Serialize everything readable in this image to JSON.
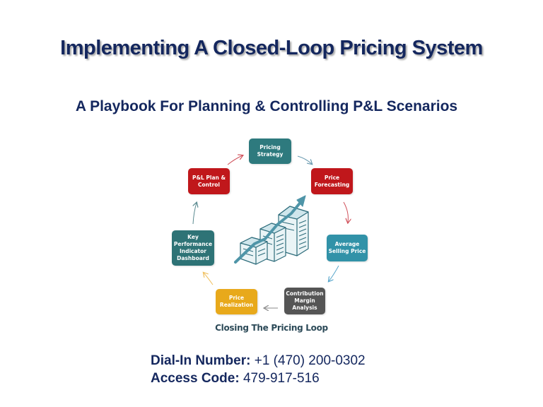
{
  "slide": {
    "title": "Implementing A Closed-Loop Pricing System",
    "subtitle": "A Playbook For Planning & Controlling P&L Scenarios"
  },
  "diagram": {
    "caption": "Closing The Pricing Loop",
    "center_icon": "buildings-growth-arrow-icon",
    "nodes": [
      {
        "id": "pricing-strategy",
        "label": "Pricing Strategy",
        "color": "#2e7a7e"
      },
      {
        "id": "price-forecasting",
        "label": "Price Forecasting",
        "color": "#c0171b"
      },
      {
        "id": "average-selling-price",
        "label": "Average Selling Price",
        "color": "#3192a8"
      },
      {
        "id": "contribution-margin-analysis",
        "label": "Contribution Margin Analysis",
        "color": "#555555"
      },
      {
        "id": "price-realization",
        "label": "Price Realization",
        "color": "#e8a91b"
      },
      {
        "id": "kpi-dashboard",
        "label": "Key Performance Indicator Dashboard",
        "color": "#2e7376"
      },
      {
        "id": "pl-plan-control",
        "label": "P&L Plan & Control",
        "color": "#c0171b"
      }
    ],
    "edges": [
      {
        "from": "pricing-strategy",
        "to": "price-forecasting",
        "color": "#6a9ab0"
      },
      {
        "from": "price-forecasting",
        "to": "average-selling-price",
        "color": "#d0505a"
      },
      {
        "from": "average-selling-price",
        "to": "contribution-margin-analysis",
        "color": "#5aa7cc"
      },
      {
        "from": "contribution-margin-analysis",
        "to": "price-realization",
        "color": "#8a8a8a"
      },
      {
        "from": "price-realization",
        "to": "kpi-dashboard",
        "color": "#f0c060"
      },
      {
        "from": "kpi-dashboard",
        "to": "pl-plan-control",
        "color": "#5a8a90"
      },
      {
        "from": "pl-plan-control",
        "to": "pricing-strategy",
        "color": "#d0505a"
      }
    ]
  },
  "contact": {
    "dial_in_label": "Dial-In Number:",
    "dial_in_value": "+1 (470) 200-0302",
    "access_code_label": "Access Code:",
    "access_code_value": "479-917-516"
  }
}
